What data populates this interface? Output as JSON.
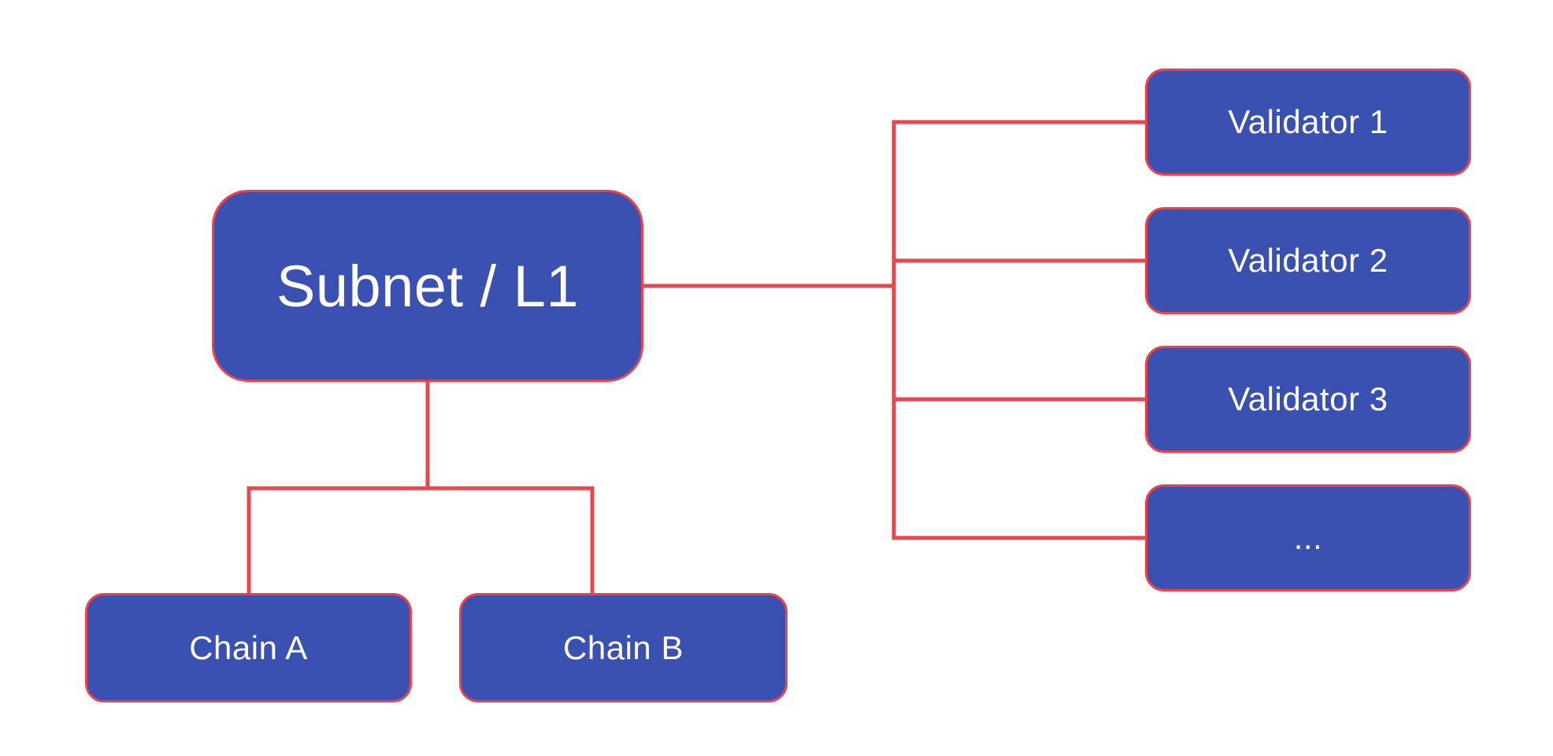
{
  "colors": {
    "background": "#ffffff",
    "node_fill": "#3b51b1",
    "node_border": "#f04048",
    "connector": "#e9474f",
    "text": "#ffffff"
  },
  "diagram": {
    "root": {
      "label": "Subnet / L1"
    },
    "chains": [
      {
        "label": "Chain A"
      },
      {
        "label": "Chain B"
      }
    ],
    "validators": [
      {
        "label": "Validator 1"
      },
      {
        "label": "Validator 2"
      },
      {
        "label": "Validator 3"
      },
      {
        "label": "..."
      }
    ]
  }
}
